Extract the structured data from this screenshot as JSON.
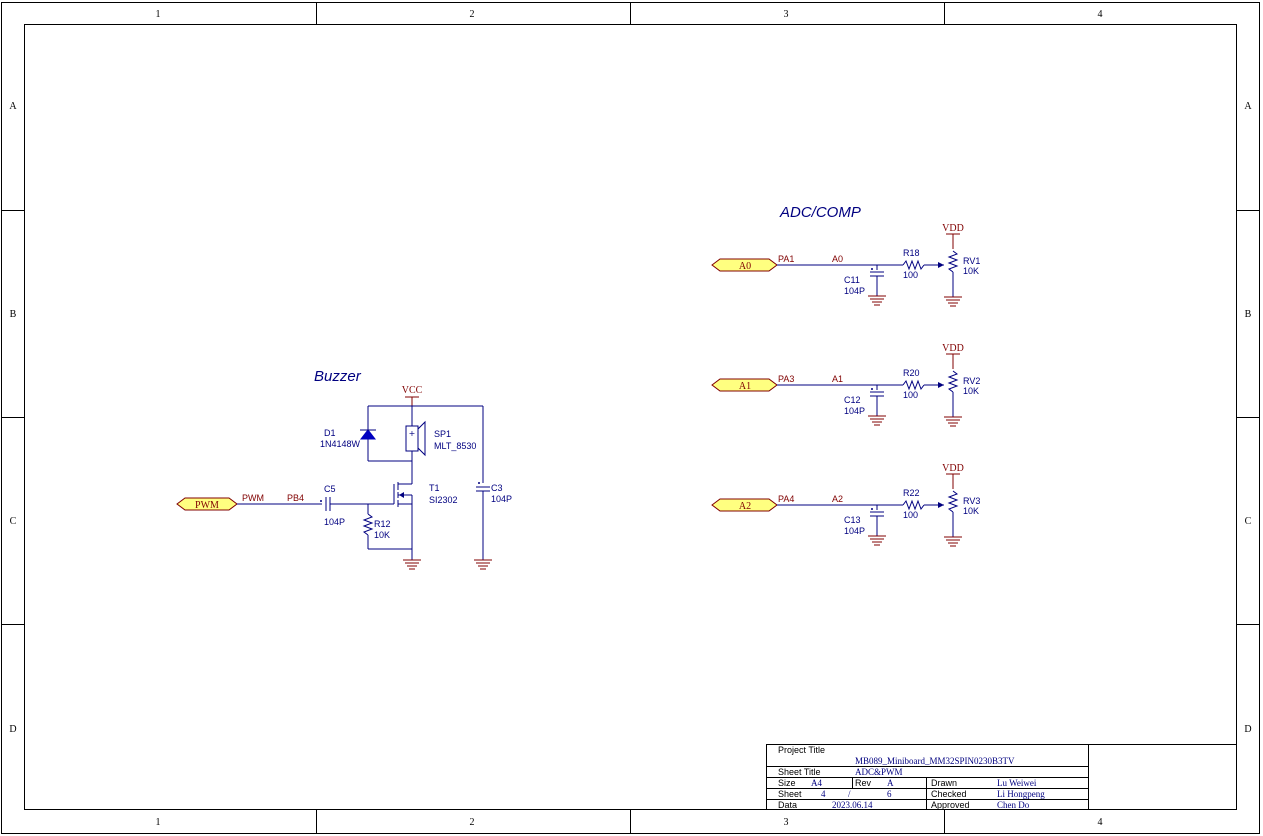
{
  "frame": {
    "columns": [
      "1",
      "2",
      "3",
      "4"
    ],
    "rows": [
      "A",
      "B",
      "C",
      "D"
    ]
  },
  "sections": {
    "adc_title": "ADC/COMP",
    "buzzer_title": "Buzzer"
  },
  "buzzer": {
    "power": "VCC",
    "port": "PWM",
    "port_net": "PWM",
    "pin_net": "PB4",
    "d1": {
      "ref": "D1",
      "value": "1N4148W"
    },
    "sp1": {
      "ref": "SP1",
      "value": "MLT_8530"
    },
    "c5": {
      "ref": "C5",
      "value": "104P"
    },
    "r12": {
      "ref": "R12",
      "value": "10K"
    },
    "t1": {
      "ref": "T1",
      "value": "SI2302"
    },
    "c3": {
      "ref": "C3",
      "value": "104P"
    }
  },
  "adc": [
    {
      "port": "A0",
      "pin": "PA1",
      "net": "A0",
      "r_ref": "R18",
      "r_val": "100",
      "c_ref": "C11",
      "c_val": "104P",
      "rv_ref": "RV1",
      "rv_val": "10K",
      "power": "VDD"
    },
    {
      "port": "A1",
      "pin": "PA3",
      "net": "A1",
      "r_ref": "R20",
      "r_val": "100",
      "c_ref": "C12",
      "c_val": "104P",
      "rv_ref": "RV2",
      "rv_val": "10K",
      "power": "VDD"
    },
    {
      "port": "A2",
      "pin": "PA4",
      "net": "A2",
      "r_ref": "R22",
      "r_val": "100",
      "c_ref": "C13",
      "c_val": "104P",
      "rv_ref": "RV3",
      "rv_val": "10K",
      "power": "VDD"
    }
  ],
  "title_block": {
    "project_title_label": "Project Title",
    "project_title": "MB089_Miniboard_MM32SPIN0230B3TV",
    "sheet_title_label": "Sheet Title",
    "sheet_title": "ADC&PWM",
    "size_label": "Size",
    "size": "A4",
    "rev_label": "Rev",
    "rev": "A",
    "sheet_label": "Sheet",
    "sheet_num": "4",
    "sheet_sep": "/",
    "sheet_total": "6",
    "date_label": "Data",
    "date": "2023.06.14",
    "drawn_label": "Drawn",
    "drawn": "Lu Weiwei",
    "checked_label": "Checked",
    "checked": "Li Hongpeng",
    "approved_label": "Approved",
    "approved": "Chen Do"
  }
}
